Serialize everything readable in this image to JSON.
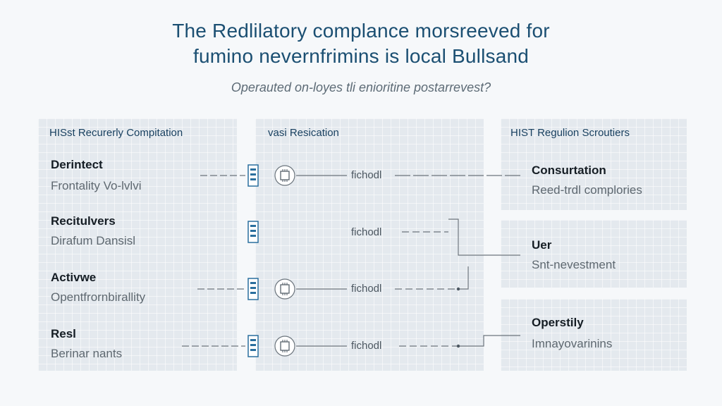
{
  "title_lines": [
    "The Redlilatory complance morsreeved for",
    "fumino nevernfrimins is local Bullsand"
  ],
  "subtitle": "Operauted on-loyes tli enioritine postarrevest?",
  "columns": {
    "left": "HISst Recurerly Compitation",
    "middle": "vasi Resication",
    "right": "HIST Regulion Scroutiers"
  },
  "left_items": [
    {
      "title": "Derintect",
      "sub": "Frontality Vo-lvlvi"
    },
    {
      "title": "Recitulvers",
      "sub": "Dirafum Dansisl"
    },
    {
      "title": "Activwe",
      "sub": "Opentfrornbirallity"
    },
    {
      "title": "Resl",
      "sub": "Berinar nants"
    }
  ],
  "middle_labels": [
    "fichodl",
    "fichodl",
    "fichodl",
    "fichodl"
  ],
  "right_items": [
    {
      "title": "Consurtation",
      "sub": "Reed-trdl complories"
    },
    {
      "title": "Uer",
      "sub": "Snt-nevestment"
    },
    {
      "title": "Operstily",
      "sub": "Imnayovarinins"
    }
  ],
  "colors": {
    "title": "#1b4f72",
    "accent": "#2a6f9e",
    "panel": "#e4e9ee",
    "line": "#6c757d"
  },
  "icons": [
    "document-icon",
    "circuit-chip-icon"
  ]
}
